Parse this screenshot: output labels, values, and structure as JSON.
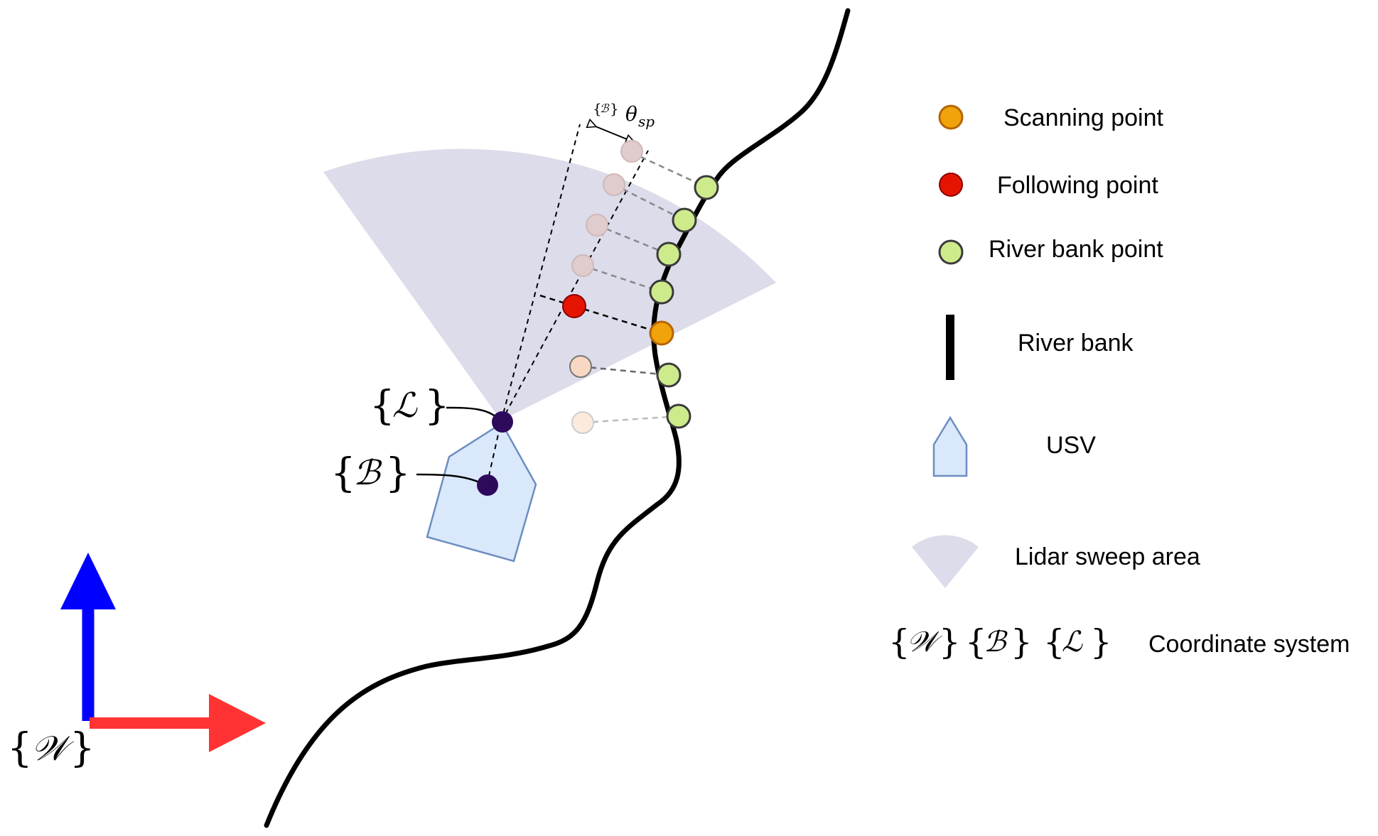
{
  "colors": {
    "scanning_point": "#f0a30a",
    "following_point": "#e51400",
    "river_bank_point": "#cdeb8b",
    "river_bank": "#000000",
    "usv_fill": "#dae8fc",
    "usv_stroke": "#6c8ebf",
    "lidar_sweep": "#dcdcea",
    "frame_origin": "#2d0a5c",
    "world_y_axis": "#0000ff",
    "world_x_axis": "#ff3333"
  },
  "legend": {
    "scanning_point": "Scanning point",
    "following_point": "Following point",
    "river_bank_point": "River bank point",
    "river_bank": "River bank",
    "usv": "USV",
    "lidar_sweep_area": "Lidar sweep area",
    "coordinate_system": "Coordinate system"
  },
  "frames": {
    "world": "𝒲",
    "body": "ℬ",
    "lidar": "ℒ"
  },
  "angle": {
    "frame": "ℬ",
    "symbol": "θ",
    "subscript": "sp"
  }
}
